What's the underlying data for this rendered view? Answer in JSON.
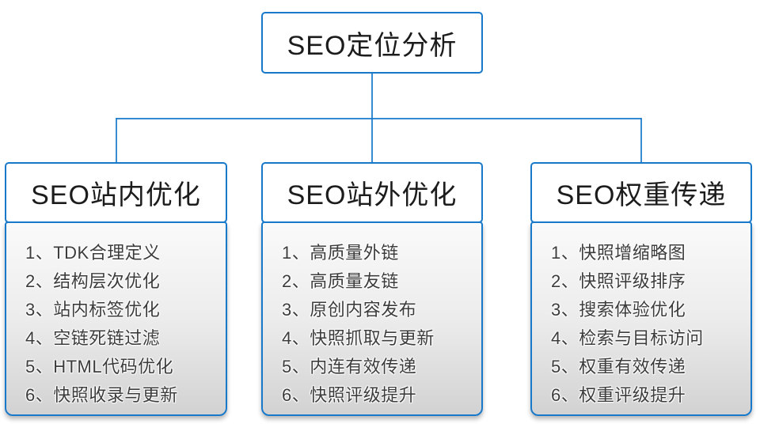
{
  "diagram": {
    "root": {
      "label": "SEO定位分析"
    },
    "columns": [
      {
        "title": "SEO站内优化",
        "items": [
          "1、TDK合理定义",
          "2、结构层次优化",
          "3、站内标签优化",
          "4、空链死链过滤",
          "5、HTML代码优化",
          "6、快照收录与更新"
        ]
      },
      {
        "title": "SEO站外优化",
        "items": [
          "1、高质量外链",
          "2、高质量友链",
          "3、原创内容发布",
          "4、快照抓取与更新",
          "5、内连有效传递",
          "6、快照评级提升"
        ]
      },
      {
        "title": "SEO权重传递",
        "items": [
          "1、快照增缩略图",
          "2、快照评级排序",
          "3、搜索体验优化",
          "4、检索与目标访问",
          "5、权重有效传递",
          "6、权重评级提升"
        ]
      }
    ],
    "colors": {
      "accent": "#1878c9",
      "panel_gradient_top": "#fafafa",
      "panel_gradient_bottom": "#d2d2d2",
      "item_text": "#3c3c3c",
      "title_text": "#1c1c1c"
    }
  }
}
